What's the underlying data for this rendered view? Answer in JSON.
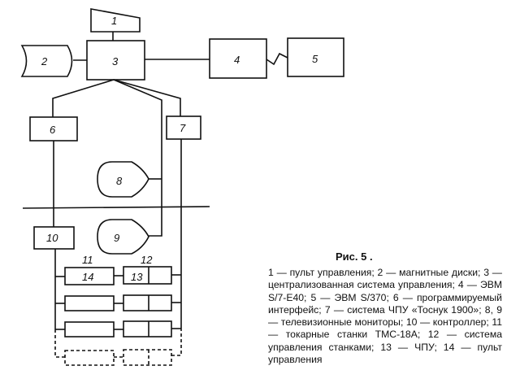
{
  "diagram": {
    "labels": {
      "b1": "1",
      "b2": "2",
      "b3": "3",
      "b4": "4",
      "b5": "5",
      "b6": "6",
      "b7": "7",
      "b8": "8",
      "b9": "9",
      "b10": "10",
      "b11": "11",
      "b12": "12",
      "b13": "13",
      "b14": "14"
    }
  },
  "caption": {
    "title": "Рис. 5 .",
    "text": "1 — пульт управления; 2 — магнитные диски; 3 — централизованная система управления; 4 — ЭВМ S/7-E40; 5 — ЭВМ S/370; 6 — программируемый интерфейс; 7 — система ЧПУ «Тоснук 1900»; 8, 9 — телевизионные мониторы; 10 — контроллер; 11 — токарные станки ТМС-18А; 12 — система управления станками; 13 — ЧПУ; 14 — пульт управления"
  }
}
